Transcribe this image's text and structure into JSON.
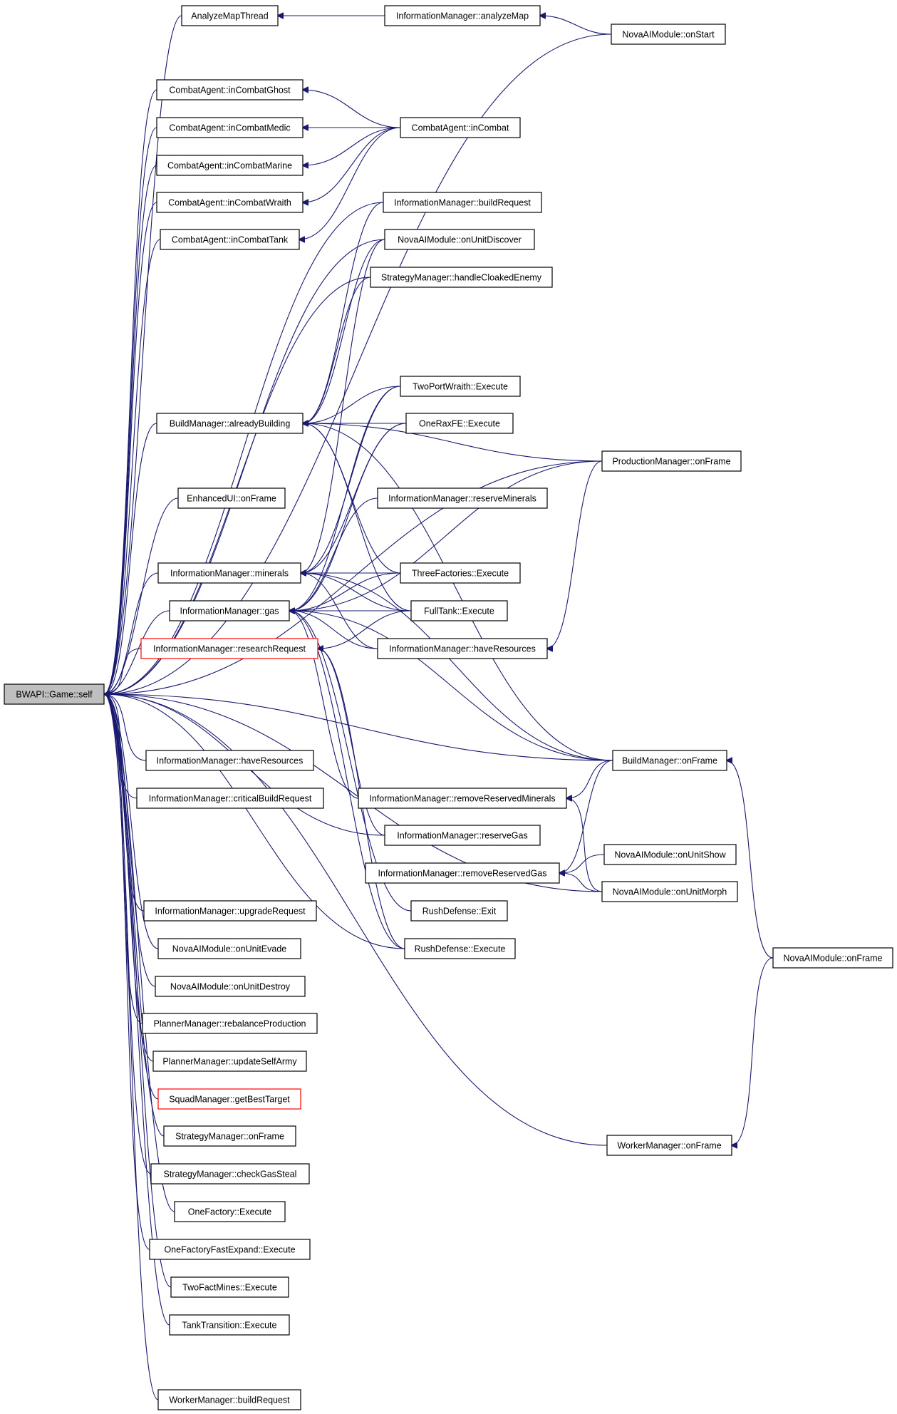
{
  "colors": {
    "edge": "#191970",
    "box_border": "#000000",
    "box_border_alt": "#ff0000",
    "root_fill": "#bfbfbf",
    "box_fill": "#ffffff"
  },
  "nodes": [
    {
      "id": "bwapi_self",
      "label": "BWAPI::Game::self",
      "style": "root"
    },
    {
      "id": "analyzeMapThread",
      "label": "AnalyzeMapThread"
    },
    {
      "id": "im_analyzeMap",
      "label": "InformationManager::analyzeMap"
    },
    {
      "id": "nova_onStart",
      "label": "NovaAIModule::onStart"
    },
    {
      "id": "ca_ghost",
      "label": "CombatAgent::inCombatGhost"
    },
    {
      "id": "ca_medic",
      "label": "CombatAgent::inCombatMedic"
    },
    {
      "id": "ca_marine",
      "label": "CombatAgent::inCombatMarine"
    },
    {
      "id": "ca_wraith",
      "label": "CombatAgent::inCombatWraith"
    },
    {
      "id": "ca_tank",
      "label": "CombatAgent::inCombatTank"
    },
    {
      "id": "ca_inCombat",
      "label": "CombatAgent::inCombat"
    },
    {
      "id": "im_buildRequest",
      "label": "InformationManager::buildRequest"
    },
    {
      "id": "nova_onUnitDiscover",
      "label": "NovaAIModule::onUnitDiscover"
    },
    {
      "id": "sm_handleCloaked",
      "label": "StrategyManager::handleCloakedEnemy"
    },
    {
      "id": "bm_alreadyBuilding",
      "label": "BuildManager::alreadyBuilding"
    },
    {
      "id": "twoPortWraith",
      "label": "TwoPortWraith::Execute"
    },
    {
      "id": "oneRaxFE",
      "label": "OneRaxFE::Execute"
    },
    {
      "id": "pm_onFrame",
      "label": "ProductionManager::onFrame"
    },
    {
      "id": "eui_onFrame",
      "label": "EnhancedUI::onFrame"
    },
    {
      "id": "im_reserveMinerals",
      "label": "InformationManager::reserveMinerals"
    },
    {
      "id": "im_minerals",
      "label": "InformationManager::minerals"
    },
    {
      "id": "threeFactories",
      "label": "ThreeFactories::Execute"
    },
    {
      "id": "im_gas",
      "label": "InformationManager::gas"
    },
    {
      "id": "fullTank",
      "label": "FullTank::Execute"
    },
    {
      "id": "im_researchRequest",
      "label": "InformationManager::researchRequest",
      "style": "alt"
    },
    {
      "id": "im_haveResources_r",
      "label": "InformationManager::haveResources"
    },
    {
      "id": "bm_onFrame",
      "label": "BuildManager::onFrame"
    },
    {
      "id": "im_haveResources_l",
      "label": "InformationManager::haveResources"
    },
    {
      "id": "im_critBuild",
      "label": "InformationManager::criticalBuildRequest"
    },
    {
      "id": "im_removeResMin",
      "label": "InformationManager::removeReservedMinerals"
    },
    {
      "id": "im_reserveGas",
      "label": "InformationManager::reserveGas"
    },
    {
      "id": "nova_onUnitShow",
      "label": "NovaAIModule::onUnitShow"
    },
    {
      "id": "im_removeResGas",
      "label": "InformationManager::removeReservedGas"
    },
    {
      "id": "nova_onUnitMorph",
      "label": "NovaAIModule::onUnitMorph"
    },
    {
      "id": "im_upgrade",
      "label": "InformationManager::upgradeRequest"
    },
    {
      "id": "rushDef_exit",
      "label": "RushDefense::Exit"
    },
    {
      "id": "nova_onUnitEvade",
      "label": "NovaAIModule::onUnitEvade"
    },
    {
      "id": "rushDef_exec",
      "label": "RushDefense::Execute"
    },
    {
      "id": "nova_onFrame",
      "label": "NovaAIModule::onFrame"
    },
    {
      "id": "nova_onUnitDestroy",
      "label": "NovaAIModule::onUnitDestroy"
    },
    {
      "id": "plm_rebalance",
      "label": "PlannerManager::rebalanceProduction"
    },
    {
      "id": "plm_updateArmy",
      "label": "PlannerManager::updateSelfArmy"
    },
    {
      "id": "sqm_bestTarget",
      "label": "SquadManager::getBestTarget",
      "style": "alt"
    },
    {
      "id": "sm_onFrame",
      "label": "StrategyManager::onFrame"
    },
    {
      "id": "wm_onFrame",
      "label": "WorkerManager::onFrame"
    },
    {
      "id": "sm_gasSteal",
      "label": "StrategyManager::checkGasSteal"
    },
    {
      "id": "oneFactory",
      "label": "OneFactory::Execute"
    },
    {
      "id": "oneFactoryFE",
      "label": "OneFactoryFastExpand::Execute"
    },
    {
      "id": "twoFactMines",
      "label": "TwoFactMines::Execute"
    },
    {
      "id": "tankTransition",
      "label": "TankTransition::Execute"
    },
    {
      "id": "wm_buildRequest",
      "label": "WorkerManager::buildRequest"
    }
  ],
  "edges": [
    [
      "bwapi_self",
      "analyzeMapThread"
    ],
    [
      "bwapi_self",
      "nova_onStart"
    ],
    [
      "bwapi_self",
      "ca_ghost"
    ],
    [
      "bwapi_self",
      "ca_medic"
    ],
    [
      "bwapi_self",
      "ca_marine"
    ],
    [
      "bwapi_self",
      "ca_wraith"
    ],
    [
      "bwapi_self",
      "ca_tank"
    ],
    [
      "bwapi_self",
      "im_buildRequest"
    ],
    [
      "bwapi_self",
      "nova_onUnitDiscover"
    ],
    [
      "bwapi_self",
      "sm_handleCloaked"
    ],
    [
      "bwapi_self",
      "bm_alreadyBuilding"
    ],
    [
      "bwapi_self",
      "pm_onFrame"
    ],
    [
      "bwapi_self",
      "eui_onFrame"
    ],
    [
      "bwapi_self",
      "im_minerals"
    ],
    [
      "bwapi_self",
      "im_gas"
    ],
    [
      "bwapi_self",
      "im_researchRequest"
    ],
    [
      "bwapi_self",
      "bm_onFrame"
    ],
    [
      "bwapi_self",
      "im_haveResources_l"
    ],
    [
      "bwapi_self",
      "im_critBuild"
    ],
    [
      "bwapi_self",
      "im_reserveGas"
    ],
    [
      "bwapi_self",
      "nova_onUnitMorph"
    ],
    [
      "bwapi_self",
      "im_upgrade"
    ],
    [
      "bwapi_self",
      "nova_onUnitEvade"
    ],
    [
      "bwapi_self",
      "rushDef_exec"
    ],
    [
      "bwapi_self",
      "nova_onUnitDestroy"
    ],
    [
      "bwapi_self",
      "plm_rebalance"
    ],
    [
      "bwapi_self",
      "plm_updateArmy"
    ],
    [
      "bwapi_self",
      "sqm_bestTarget"
    ],
    [
      "bwapi_self",
      "sm_onFrame"
    ],
    [
      "bwapi_self",
      "wm_onFrame"
    ],
    [
      "bwapi_self",
      "sm_gasSteal"
    ],
    [
      "bwapi_self",
      "oneFactory"
    ],
    [
      "bwapi_self",
      "oneFactoryFE"
    ],
    [
      "bwapi_self",
      "twoFactMines"
    ],
    [
      "bwapi_self",
      "tankTransition"
    ],
    [
      "bwapi_self",
      "wm_buildRequest"
    ],
    [
      "analyzeMapThread",
      "im_analyzeMap"
    ],
    [
      "im_analyzeMap",
      "nova_onStart"
    ],
    [
      "ca_ghost",
      "ca_inCombat"
    ],
    [
      "ca_medic",
      "ca_inCombat"
    ],
    [
      "ca_marine",
      "ca_inCombat"
    ],
    [
      "ca_wraith",
      "ca_inCombat"
    ],
    [
      "ca_tank",
      "ca_inCombat"
    ],
    [
      "bm_alreadyBuilding",
      "im_buildRequest"
    ],
    [
      "bm_alreadyBuilding",
      "nova_onUnitDiscover"
    ],
    [
      "bm_alreadyBuilding",
      "sm_handleCloaked"
    ],
    [
      "bm_alreadyBuilding",
      "twoPortWraith"
    ],
    [
      "bm_alreadyBuilding",
      "oneRaxFE"
    ],
    [
      "bm_alreadyBuilding",
      "pm_onFrame"
    ],
    [
      "bm_alreadyBuilding",
      "threeFactories"
    ],
    [
      "bm_alreadyBuilding",
      "fullTank"
    ],
    [
      "bm_alreadyBuilding",
      "bm_onFrame"
    ],
    [
      "im_minerals",
      "twoPortWraith"
    ],
    [
      "im_minerals",
      "oneRaxFE"
    ],
    [
      "im_minerals",
      "threeFactories"
    ],
    [
      "im_minerals",
      "fullTank"
    ],
    [
      "im_minerals",
      "im_haveResources_r"
    ],
    [
      "im_minerals",
      "bm_onFrame"
    ],
    [
      "im_minerals",
      "nova_onUnitDiscover"
    ],
    [
      "im_gas",
      "twoPortWraith"
    ],
    [
      "im_gas",
      "oneRaxFE"
    ],
    [
      "im_gas",
      "threeFactories"
    ],
    [
      "im_gas",
      "fullTank"
    ],
    [
      "im_gas",
      "im_haveResources_r"
    ],
    [
      "im_gas",
      "bm_onFrame"
    ],
    [
      "im_gas",
      "im_removeResMin"
    ],
    [
      "im_gas",
      "pm_onFrame"
    ],
    [
      "im_gas",
      "rushDef_exit"
    ],
    [
      "im_gas",
      "rushDef_exec"
    ],
    [
      "im_gas",
      "im_reserveMinerals"
    ],
    [
      "im_researchRequest",
      "rushDef_exec"
    ],
    [
      "im_researchRequest",
      "im_reserveGas"
    ],
    [
      "im_researchRequest",
      "fullTank"
    ],
    [
      "im_haveResources_r",
      "pm_onFrame"
    ],
    [
      "im_removeResMin",
      "bm_onFrame"
    ],
    [
      "im_removeResMin",
      "nova_onUnitMorph"
    ],
    [
      "im_removeResGas",
      "nova_onUnitShow"
    ],
    [
      "im_removeResGas",
      "nova_onUnitMorph"
    ],
    [
      "im_removeResGas",
      "bm_onFrame"
    ],
    [
      "bm_onFrame",
      "nova_onFrame"
    ],
    [
      "wm_onFrame",
      "nova_onFrame"
    ]
  ]
}
